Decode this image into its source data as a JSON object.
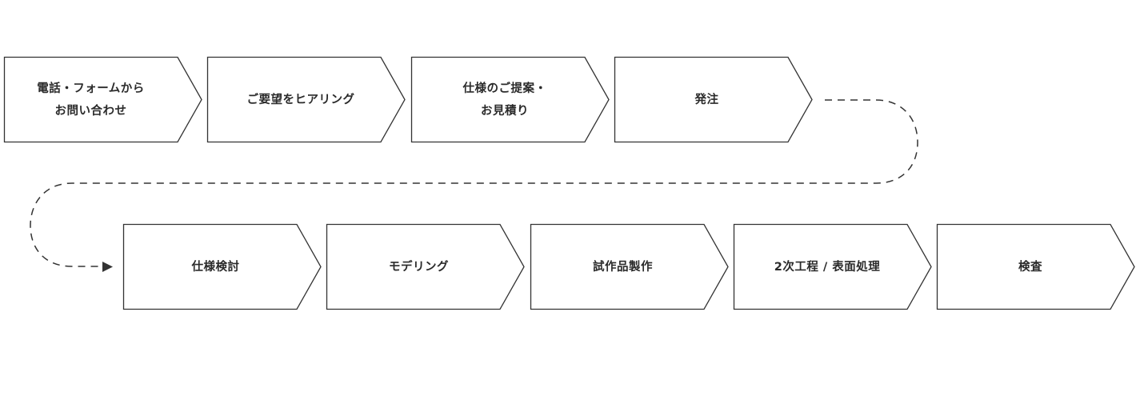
{
  "flow": {
    "steps": [
      {
        "label": "電話・フォームから\nお問い合わせ"
      },
      {
        "label": "ご要望をヒアリング"
      },
      {
        "label": "仕様のご提案・\nお見積り"
      },
      {
        "label": "発注"
      },
      {
        "label": "仕様検討"
      },
      {
        "label": "モデリング"
      },
      {
        "label": "試作品製作"
      },
      {
        "label": "2次工程 / 表面処理"
      },
      {
        "label": "検査"
      }
    ],
    "colors": {
      "stroke": "#333333",
      "fill": "#ffffff",
      "text": "#2a2a2a"
    }
  }
}
